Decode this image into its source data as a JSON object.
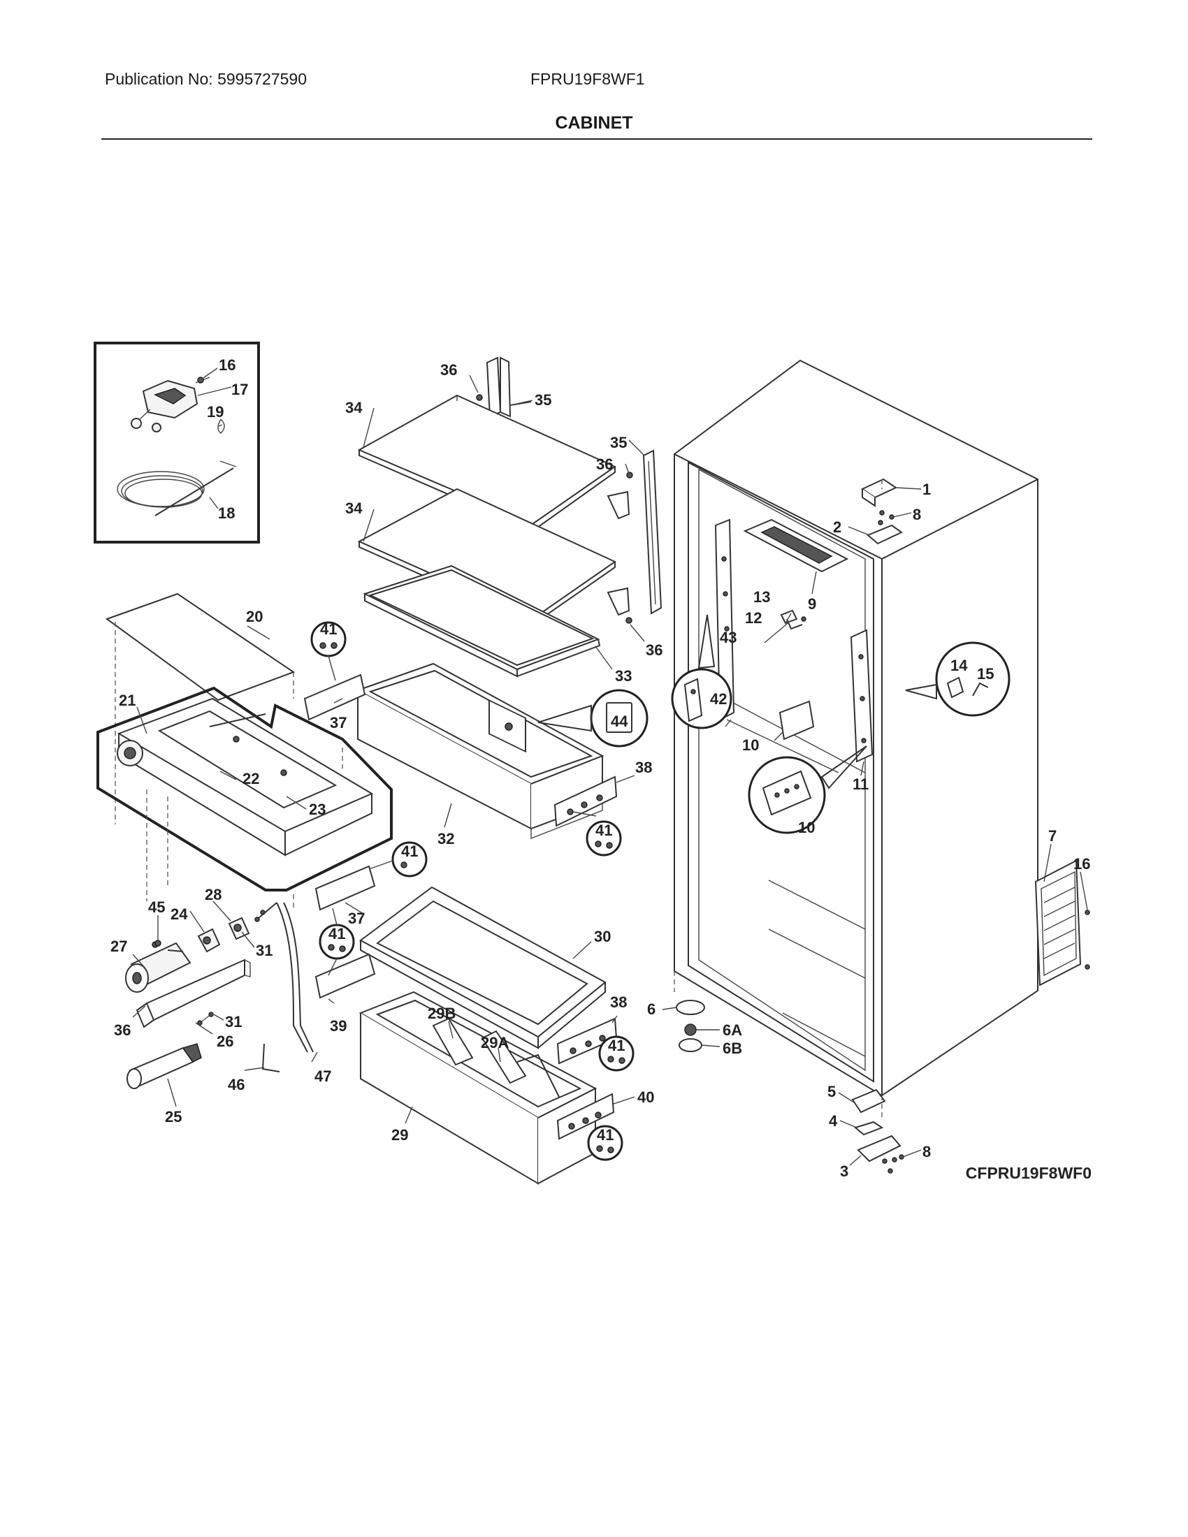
{
  "header": {
    "publication": "Publication No: 5995727590",
    "model": "FPRU19F8WF1",
    "section_title": "CABINET"
  },
  "diagram_code": "CFPRU19F8WF0",
  "callouts": {
    "c1": "1",
    "c2": "2",
    "c3": "3",
    "c4": "4",
    "c5": "5",
    "c6": "6",
    "c6a": "6A",
    "c6b": "6B",
    "c7": "7",
    "c8a": "8",
    "c8b": "8",
    "c9": "9",
    "c10a": "10",
    "c10b": "10",
    "c11": "11",
    "c12": "12",
    "c13": "13",
    "c14": "14",
    "c15": "15",
    "c16a": "16",
    "c16b": "16",
    "c17": "17",
    "c18": "18",
    "c19": "19",
    "c20": "20",
    "c21": "21",
    "c22": "22",
    "c23": "23",
    "c24": "24",
    "c25": "25",
    "c26": "26",
    "c27": "27",
    "c28": "28",
    "c29": "29",
    "c29a": "29A",
    "c29b": "29B",
    "c30": "30",
    "c31a": "31",
    "c31b": "31",
    "c32": "32",
    "c33": "33",
    "c34a": "34",
    "c34b": "34",
    "c35a": "35",
    "c35b": "35",
    "c36a": "36",
    "c36b": "36",
    "c36c": "36",
    "c36d": "36",
    "c37a": "37",
    "c37b": "37",
    "c38a": "38",
    "c38b": "38",
    "c39": "39",
    "c40": "40",
    "c41a": "41",
    "c41b": "41",
    "c41c": "41",
    "c41d": "41",
    "c41e": "41",
    "c41f": "41",
    "c42": "42",
    "c43": "43",
    "c44": "44",
    "c45": "45",
    "c46": "46",
    "c47": "47"
  }
}
